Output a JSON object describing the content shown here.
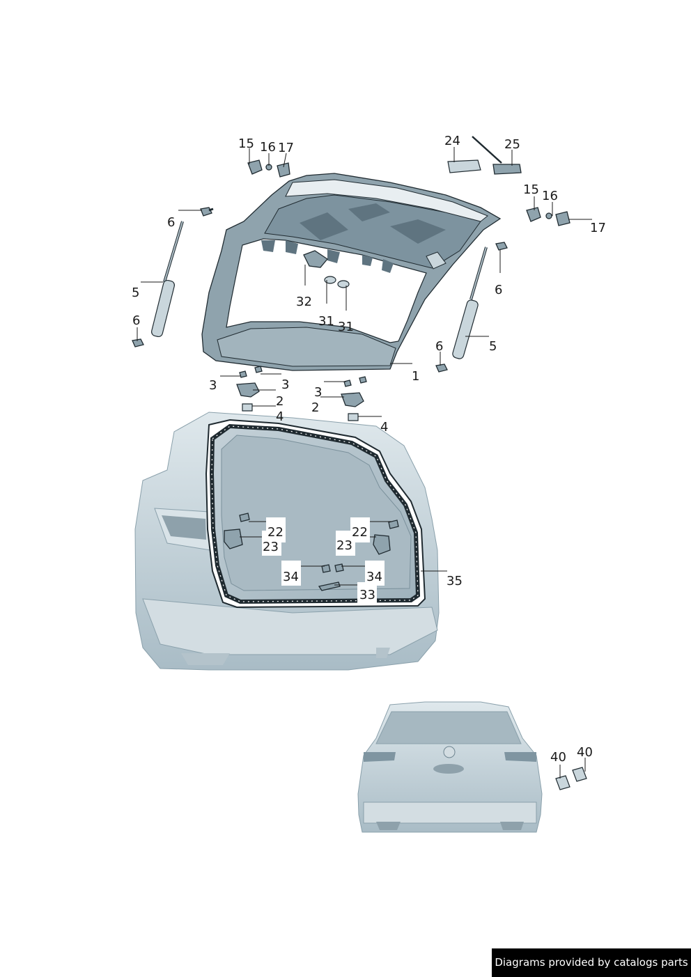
{
  "callouts": [
    {
      "id": "c15a",
      "text": "15"
    },
    {
      "id": "c16a",
      "text": "16"
    },
    {
      "id": "c17a",
      "text": "17"
    },
    {
      "id": "c24",
      "text": "24"
    },
    {
      "id": "c25",
      "text": "25"
    },
    {
      "id": "c15b",
      "text": "15"
    },
    {
      "id": "c16b",
      "text": "16"
    },
    {
      "id": "c17b",
      "text": "17"
    },
    {
      "id": "c6a",
      "text": "6"
    },
    {
      "id": "c5a",
      "text": "5"
    },
    {
      "id": "c6b",
      "text": "6"
    },
    {
      "id": "c32",
      "text": "32"
    },
    {
      "id": "c31a",
      "text": "31"
    },
    {
      "id": "c31b",
      "text": "31"
    },
    {
      "id": "c6c",
      "text": "6"
    },
    {
      "id": "c6d",
      "text": "6"
    },
    {
      "id": "c5b",
      "text": "5"
    },
    {
      "id": "c1",
      "text": "1"
    },
    {
      "id": "c3a",
      "text": "3"
    },
    {
      "id": "c3b",
      "text": "3"
    },
    {
      "id": "c2a",
      "text": "2"
    },
    {
      "id": "c4a",
      "text": "4"
    },
    {
      "id": "c3c",
      "text": "3"
    },
    {
      "id": "c2b",
      "text": "2"
    },
    {
      "id": "c4b",
      "text": "4"
    },
    {
      "id": "c22a",
      "text": "22"
    },
    {
      "id": "c23a",
      "text": "23"
    },
    {
      "id": "c22b",
      "text": "22"
    },
    {
      "id": "c23b",
      "text": "23"
    },
    {
      "id": "c34a",
      "text": "34"
    },
    {
      "id": "c34b",
      "text": "34"
    },
    {
      "id": "c33",
      "text": "33"
    },
    {
      "id": "c35",
      "text": "35"
    },
    {
      "id": "c40a",
      "text": "40"
    },
    {
      "id": "c40b",
      "text": "40"
    }
  ],
  "footer": {
    "text": "Diagrams provided by catalogs parts"
  },
  "colors": {
    "body": "#c5d3da",
    "dark": "#5f7480",
    "outline": "#1f2a30",
    "background": "#ffffff"
  }
}
